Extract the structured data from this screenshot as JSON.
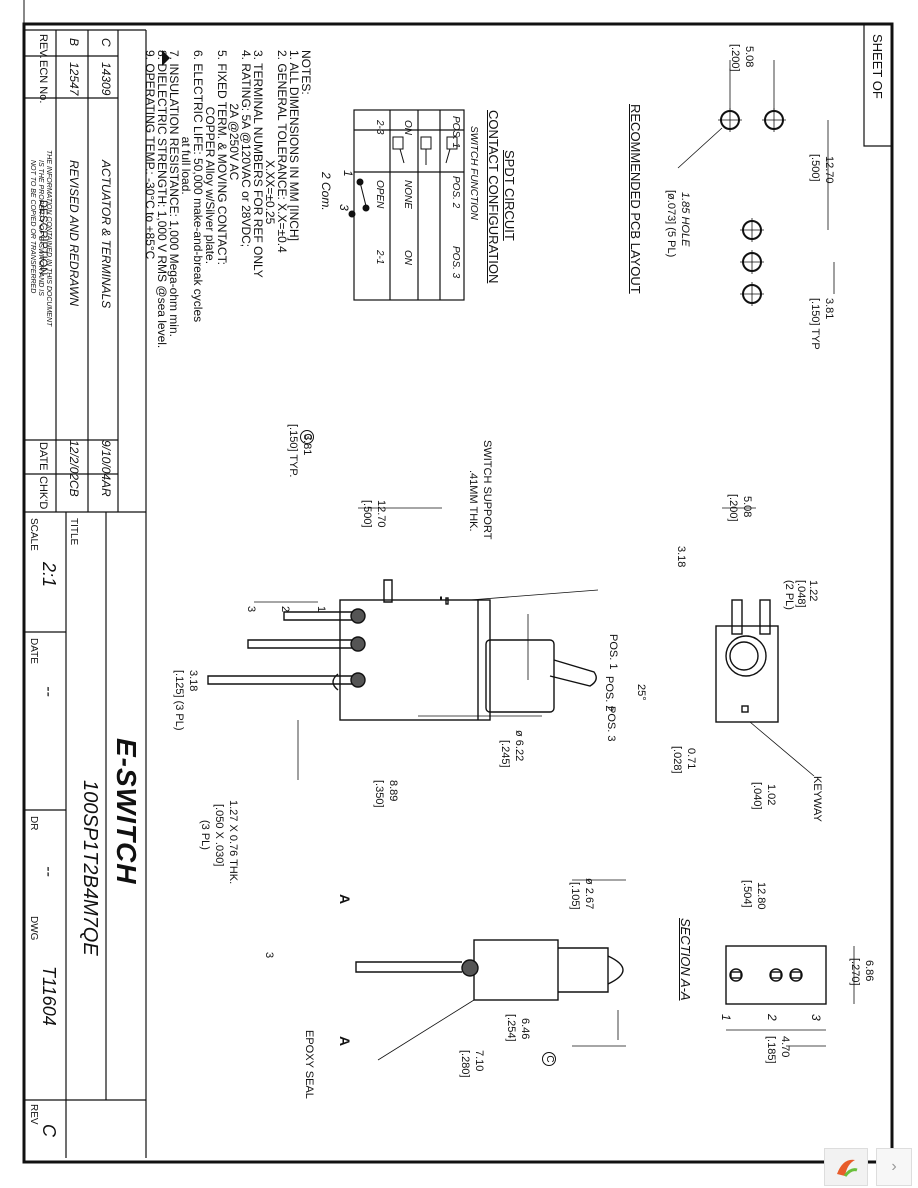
{
  "sheet": {
    "label": "SHEET OF"
  },
  "notes": {
    "heading": "NOTES:",
    "lines": [
      "1. ALL DIMENSIONS IN MM [INCH]",
      "2. GENERAL TOLERANCE: X.X=±0.4",
      "                                 X.XX=±0.25",
      "3. TERMINAL NUMBERS FOR REF ONLY",
      "4. RATING: 5A @120VAC or 28VDC;",
      "                2A @250V AC",
      "5. FIXED TERM. & MOVING CONTACT:",
      "                 COPPER Alloy w/Silver plate.",
      "6. ELECTRIC LIFE: 50,000 make-and-break cycles",
      "                          at full load.",
      "7. INSULATION RESISTANCE: 1,000 Mega-ohm min.",
      "8. DIELECTRIC STRENGTH: 1,000 V RMS @sea level.",
      "9. OPERATING TEMP.: -30°C to +85°C"
    ]
  },
  "circuit": {
    "title": "SPDT CIRCUIT",
    "subtitle": "CONTACT CONFIGURATION",
    "com": "2 Com.",
    "t1": "1",
    "t3": "3"
  },
  "switch_table": {
    "title": "SWITCH FUNCTION",
    "headers": [
      "POS. 1",
      "POS. 2",
      "POS. 3"
    ],
    "row": [
      "2-3",
      "OPEN",
      "2-1"
    ],
    "row2": [
      "ON",
      "NONE",
      "ON"
    ]
  },
  "pcb": {
    "title": "RECOMMENDED PCB LAYOUT",
    "d1": "5.08",
    "d1i": "[.200]",
    "d2": "12.70",
    "d2i": "[.500]",
    "d3": "3.81",
    "d3i": "[.150] TYP",
    "hole": "1.85 HOLE",
    "holei": "[ø.073] (5 PL)"
  },
  "side": {
    "support": "SWITCH SUPPORT",
    "supportt": ".41MM THK.",
    "d38": "3.81",
    "d38i": "[.150] TYP.",
    "d127": "12.70",
    "d127i": "[.500]",
    "d318": "3.18",
    "d318i": "[.125] (3 PL)",
    "d889": "8.89",
    "d889i": "[.350]",
    "d622": "ø 6.22",
    "d622i": "[.245]",
    "pos1": "POS. 1",
    "pos2": "POS. 2",
    "pos3": "POS. 3",
    "ang": "25°",
    "t1": "1",
    "t2": "2",
    "t3": "3"
  },
  "top": {
    "d508": "5.08",
    "d508i": "[.200]",
    "d318": "3.18",
    "d122": "1.22",
    "d122i": "[.048]",
    "d122p": "(2 PL)",
    "d071": "0.71",
    "d071i": "[.028]",
    "d102": "1.02",
    "d102i": "[.040]",
    "keyway": "KEYWAY"
  },
  "front": {
    "term": "1.27 X 0.76 THK.",
    "termi": "[.050 X .030]",
    "termp": "(3 PL)",
    "d267": "ø 2.67",
    "d267i": "[.105]",
    "d646": "6.46",
    "d646i": "[.254]",
    "d710": "7.10",
    "d710i": "[.280]",
    "epoxy": "EPOXY SEAL",
    "a": "A",
    "t3": "3"
  },
  "section": {
    "title": "SECTION A-A",
    "d1280": "12.80",
    "d1280i": "[.504]",
    "d686": "6.86",
    "d686i": "[.270]",
    "d470": "4.70",
    "d470i": "[.185]",
    "n1": "1",
    "n2": "2",
    "n3": "3"
  },
  "revisions": {
    "headers": {
      "rev": "REV.",
      "ecn": "ECN No.",
      "desc": "DESCRIPTION",
      "date": "DATE",
      "chkd": "CHK'D"
    },
    "rows": [
      {
        "rev": "C",
        "ecn": "14309",
        "desc": "ACTUATOR & TERMINALS",
        "date": "9/10/04",
        "chkd": "AR"
      },
      {
        "rev": "B",
        "ecn": "12547",
        "desc": "REVISED AND REDRAWN",
        "date": "12/2/02",
        "chkd": "CB"
      }
    ],
    "confidential": [
      "THE INFORMATION CONTAINED IN THIS DOCUMENT",
      "IS THE PROPERTY OF E-SWITCH AND IS",
      "NOT TO BE COPIED OR TRANSFERRED"
    ]
  },
  "title_block": {
    "title_label": "TITLE",
    "title": "100SP1T2B4M7QE",
    "logo": "E-SWITCH",
    "scale_label": "SCALE",
    "scale": "2:1",
    "date_label": "DATE",
    "date": "--",
    "dr_label": "DR",
    "dr": "--",
    "dwg_label": "DWG",
    "dwg": "T11604",
    "rev_label": "REV",
    "rev": "C"
  },
  "rev_markers": {
    "c": "C"
  }
}
